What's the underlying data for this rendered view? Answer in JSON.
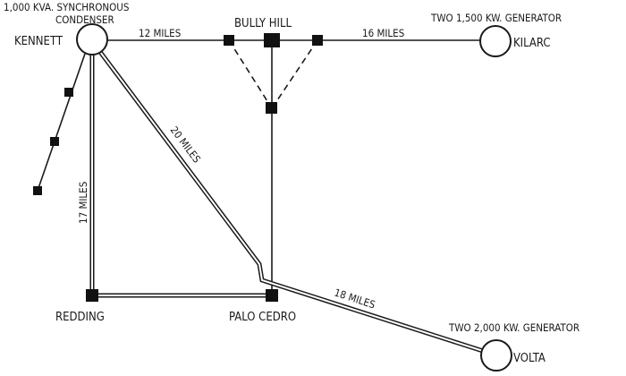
{
  "stations": {
    "kennett": {
      "name": "KENNETT",
      "note_line1": "1,000 KVA. SYNCHRONOUS",
      "note_line2": "CONDENSER"
    },
    "bully_hill": {
      "name": "BULLY HILL"
    },
    "kilarc": {
      "name": "KILARC",
      "note": "TWO 1,500 KW. GENERATOR"
    },
    "redding": {
      "name": "REDDING"
    },
    "palo_cedro": {
      "name": "PALO CEDRO"
    },
    "volta": {
      "name": "VOLTA",
      "note": "TWO 2,000 KW. GENERATOR"
    }
  },
  "distances": {
    "kennett_bully": "12 MILES",
    "bully_kilarc": "16 MILES",
    "kennett_palo": "20 MILES",
    "kennett_redding": "17 MILES",
    "palo_volta": "18 MILES"
  }
}
